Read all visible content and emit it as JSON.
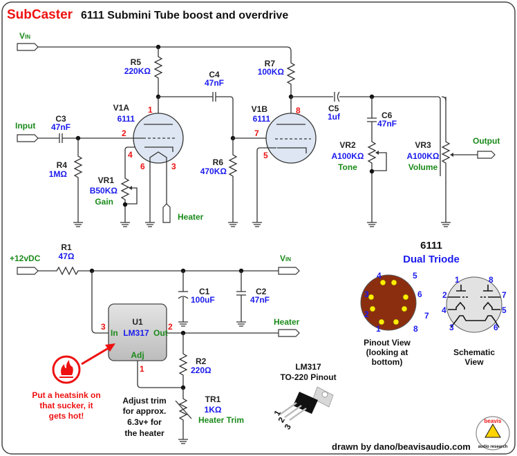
{
  "title": {
    "brand": "SubCaster",
    "subtitle": "6111 Submini Tube boost and overdrive"
  },
  "colors": {
    "brand": "#ee1111",
    "value": "#1a1aee",
    "net": "#1a8a1a",
    "pin": "#ee1111",
    "tube_fill": "#dde6f2",
    "socket": "#8b2e0f",
    "pin_dot": "#ffee00"
  },
  "nets": {
    "vin_top": "V",
    "vin_sub": "IN",
    "input": "Input",
    "output": "Output",
    "heater_top": "Heater",
    "plus12": "+12vDC",
    "vin_right": "V",
    "vin_right_sub": "IN",
    "heater_right": "Heater"
  },
  "components": {
    "R5": {
      "ref": "R5",
      "value": "220KΩ"
    },
    "C4": {
      "ref": "C4",
      "value": "47nF"
    },
    "R7": {
      "ref": "R7",
      "value": "100KΩ"
    },
    "V1A": {
      "ref": "V1A",
      "value": "6111",
      "pins": [
        "1",
        "2",
        "4",
        "6",
        "3"
      ]
    },
    "V1B": {
      "ref": "V1B",
      "value": "6111",
      "pins": [
        "8",
        "7",
        "5"
      ]
    },
    "C3": {
      "ref": "C3",
      "value": "47nF"
    },
    "R4": {
      "ref": "R4",
      "value": "1MΩ"
    },
    "VR1": {
      "ref": "VR1",
      "value": "B50KΩ",
      "name": "Gain"
    },
    "R6": {
      "ref": "R6",
      "value": "470KΩ"
    },
    "C5": {
      "ref": "C5",
      "value": "1uf"
    },
    "C6": {
      "ref": "C6",
      "value": "47nF"
    },
    "VR2": {
      "ref": "VR2",
      "value": "A100KΩ",
      "name": "Tone"
    },
    "VR3": {
      "ref": "VR3",
      "value": "A100KΩ",
      "name": "Volume"
    },
    "R1": {
      "ref": "R1",
      "value": "47Ω"
    },
    "C1": {
      "ref": "C1",
      "value": "100uF"
    },
    "C2": {
      "ref": "C2",
      "value": "47nF"
    },
    "U1": {
      "ref": "U1",
      "value": "LM317",
      "pin_in": "In",
      "pin_out": "Out",
      "pin_adj": "Adj",
      "pin_in_num": "3",
      "pin_out_num": "2",
      "pin_adj_num": "1"
    },
    "R2": {
      "ref": "R2",
      "value": "220Ω"
    },
    "TR1": {
      "ref": "TR1",
      "value": "1KΩ",
      "name": "Heater Trim"
    }
  },
  "notes": {
    "heatsink": [
      "Put a heatsink on",
      "that sucker, it",
      "gets hot!"
    ],
    "trim": [
      "Adjust trim",
      "for approx.",
      "6.3v+ for",
      "the heater"
    ]
  },
  "pinout": {
    "title": "6111",
    "subtitle": "Dual Triode",
    "bottom_pins": [
      "4",
      "5",
      "3",
      "6",
      "2",
      "7",
      "1",
      "8"
    ],
    "bottom_caption": [
      "Pinout View",
      "(looking at",
      "bottom)"
    ],
    "schem_pins": [
      "1",
      "8",
      "2",
      "7",
      "4",
      "5",
      "3",
      "6"
    ],
    "schem_caption": [
      "Schematic",
      "View"
    ]
  },
  "lm317": {
    "title": "LM317",
    "subtitle": "TO-220 Pinout",
    "pins": [
      "1",
      "2",
      "3"
    ]
  },
  "footer": {
    "credit": "drawn by dano/beavisaudio.com",
    "logo_top": "beavis",
    "logo_bottom": "audio research"
  }
}
